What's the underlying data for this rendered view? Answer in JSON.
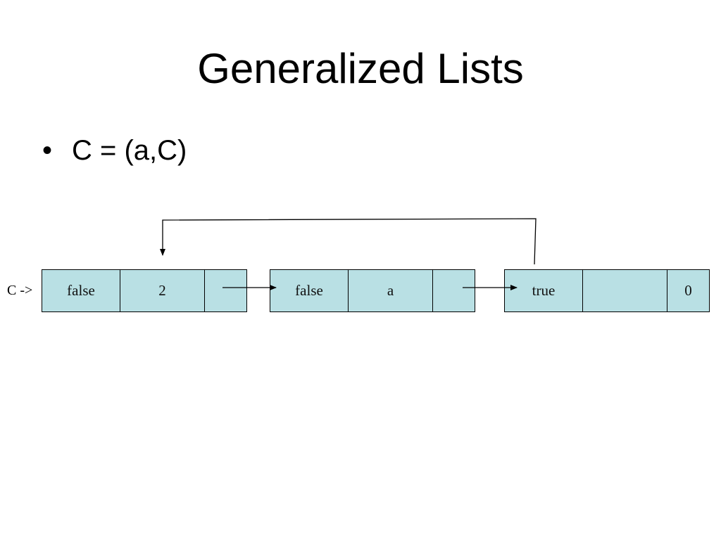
{
  "slide": {
    "title": "Generalized Lists",
    "bullets": [
      "C = (a,C)"
    ]
  },
  "diagram": {
    "head_label": "C ->",
    "nodes": [
      {
        "tag": "false",
        "data": "2",
        "link": ""
      },
      {
        "tag": "false",
        "data": "a",
        "link": ""
      },
      {
        "tag": "true",
        "data": "",
        "link": "0"
      }
    ],
    "node_fill": "#b9e0e4"
  }
}
